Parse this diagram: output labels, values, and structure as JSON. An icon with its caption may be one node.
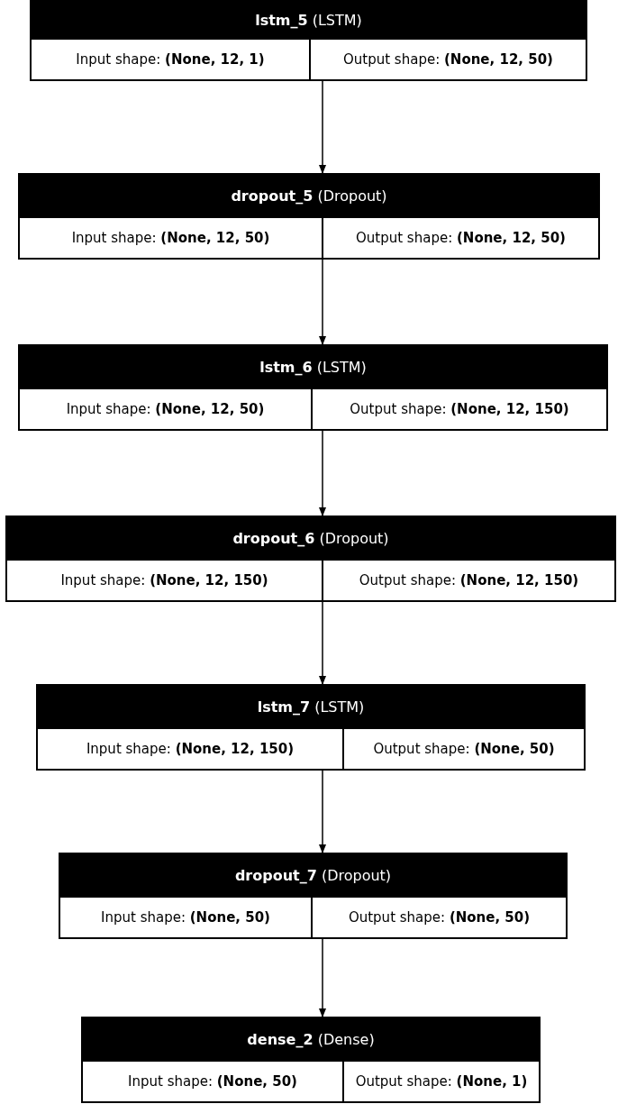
{
  "diagram": {
    "nodes": [
      {
        "text": [
          "**lstm_5** (LSTM)"
        ]
      },
      {
        "text": [
          "Input shape: **(None, 12, 1)**"
        ],
        "in": 0
      },
      {
        "text": [
          "Output shape: **(None, 12, 50)**"
        ],
        "in": 0
      },
      {
        "text": [
          "**dropout_5** (Dropout)"
        ]
      },
      {
        "text": [
          "Input shape: **(None, 12, 50)**"
        ],
        "in": 3
      },
      {
        "text": [
          "Output shape: **(None, 12, 50)**"
        ],
        "in": 3
      },
      {
        "text": [
          "**lstm_6** (LSTM)"
        ]
      },
      {
        "text": [
          "Input shape: **(None, 12, 50)**"
        ],
        "in": 6
      },
      {
        "text": [
          "Output shape: **(None, 12, 150)**"
        ],
        "in": 6
      },
      {
        "text": [
          "**dropout_6** (Dropout)"
        ]
      },
      {
        "text": [
          "Input shape: **(None, 12, 150)**"
        ],
        "in": 9
      },
      {
        "text": [
          "Output shape: **(None, 12, 150)**"
        ],
        "in": 9
      },
      {
        "text": [
          "**lstm_7** (LSTM)"
        ]
      },
      {
        "text": [
          "Input shape: **(None, 12, 150)**"
        ],
        "in": 12
      },
      {
        "text": [
          "Output shape: **(None, 50)**"
        ],
        "in": 12
      },
      {
        "text": [
          "**dropout_7** (Dropout)"
        ]
      },
      {
        "text": [
          "Input shape: **(None, 50)**"
        ],
        "in": 15
      },
      {
        "text": [
          "Output shape: **(None, 50)**"
        ],
        "in": 15
      },
      {
        "text": [
          "**dense_2** (Dense)"
        ]
      },
      {
        "text": [
          "Input shape: **(None, 50)**"
        ],
        "in": 18
      },
      {
        "text": [
          "Output shape: **(None, 1)**"
        ],
        "in": 18
      }
    ],
    "edges": [
      {
        "from": 0,
        "to": 3,
        "arrow": "to"
      },
      {
        "from": 3,
        "to": 6,
        "arrow": "to"
      },
      {
        "from": 6,
        "to": 9,
        "arrow": "to"
      },
      {
        "from": 9,
        "to": 12,
        "arrow": "to"
      },
      {
        "from": 12,
        "to": 15,
        "arrow": "to"
      },
      {
        "from": 15,
        "to": 18,
        "arrow": "to"
      }
    ]
  }
}
